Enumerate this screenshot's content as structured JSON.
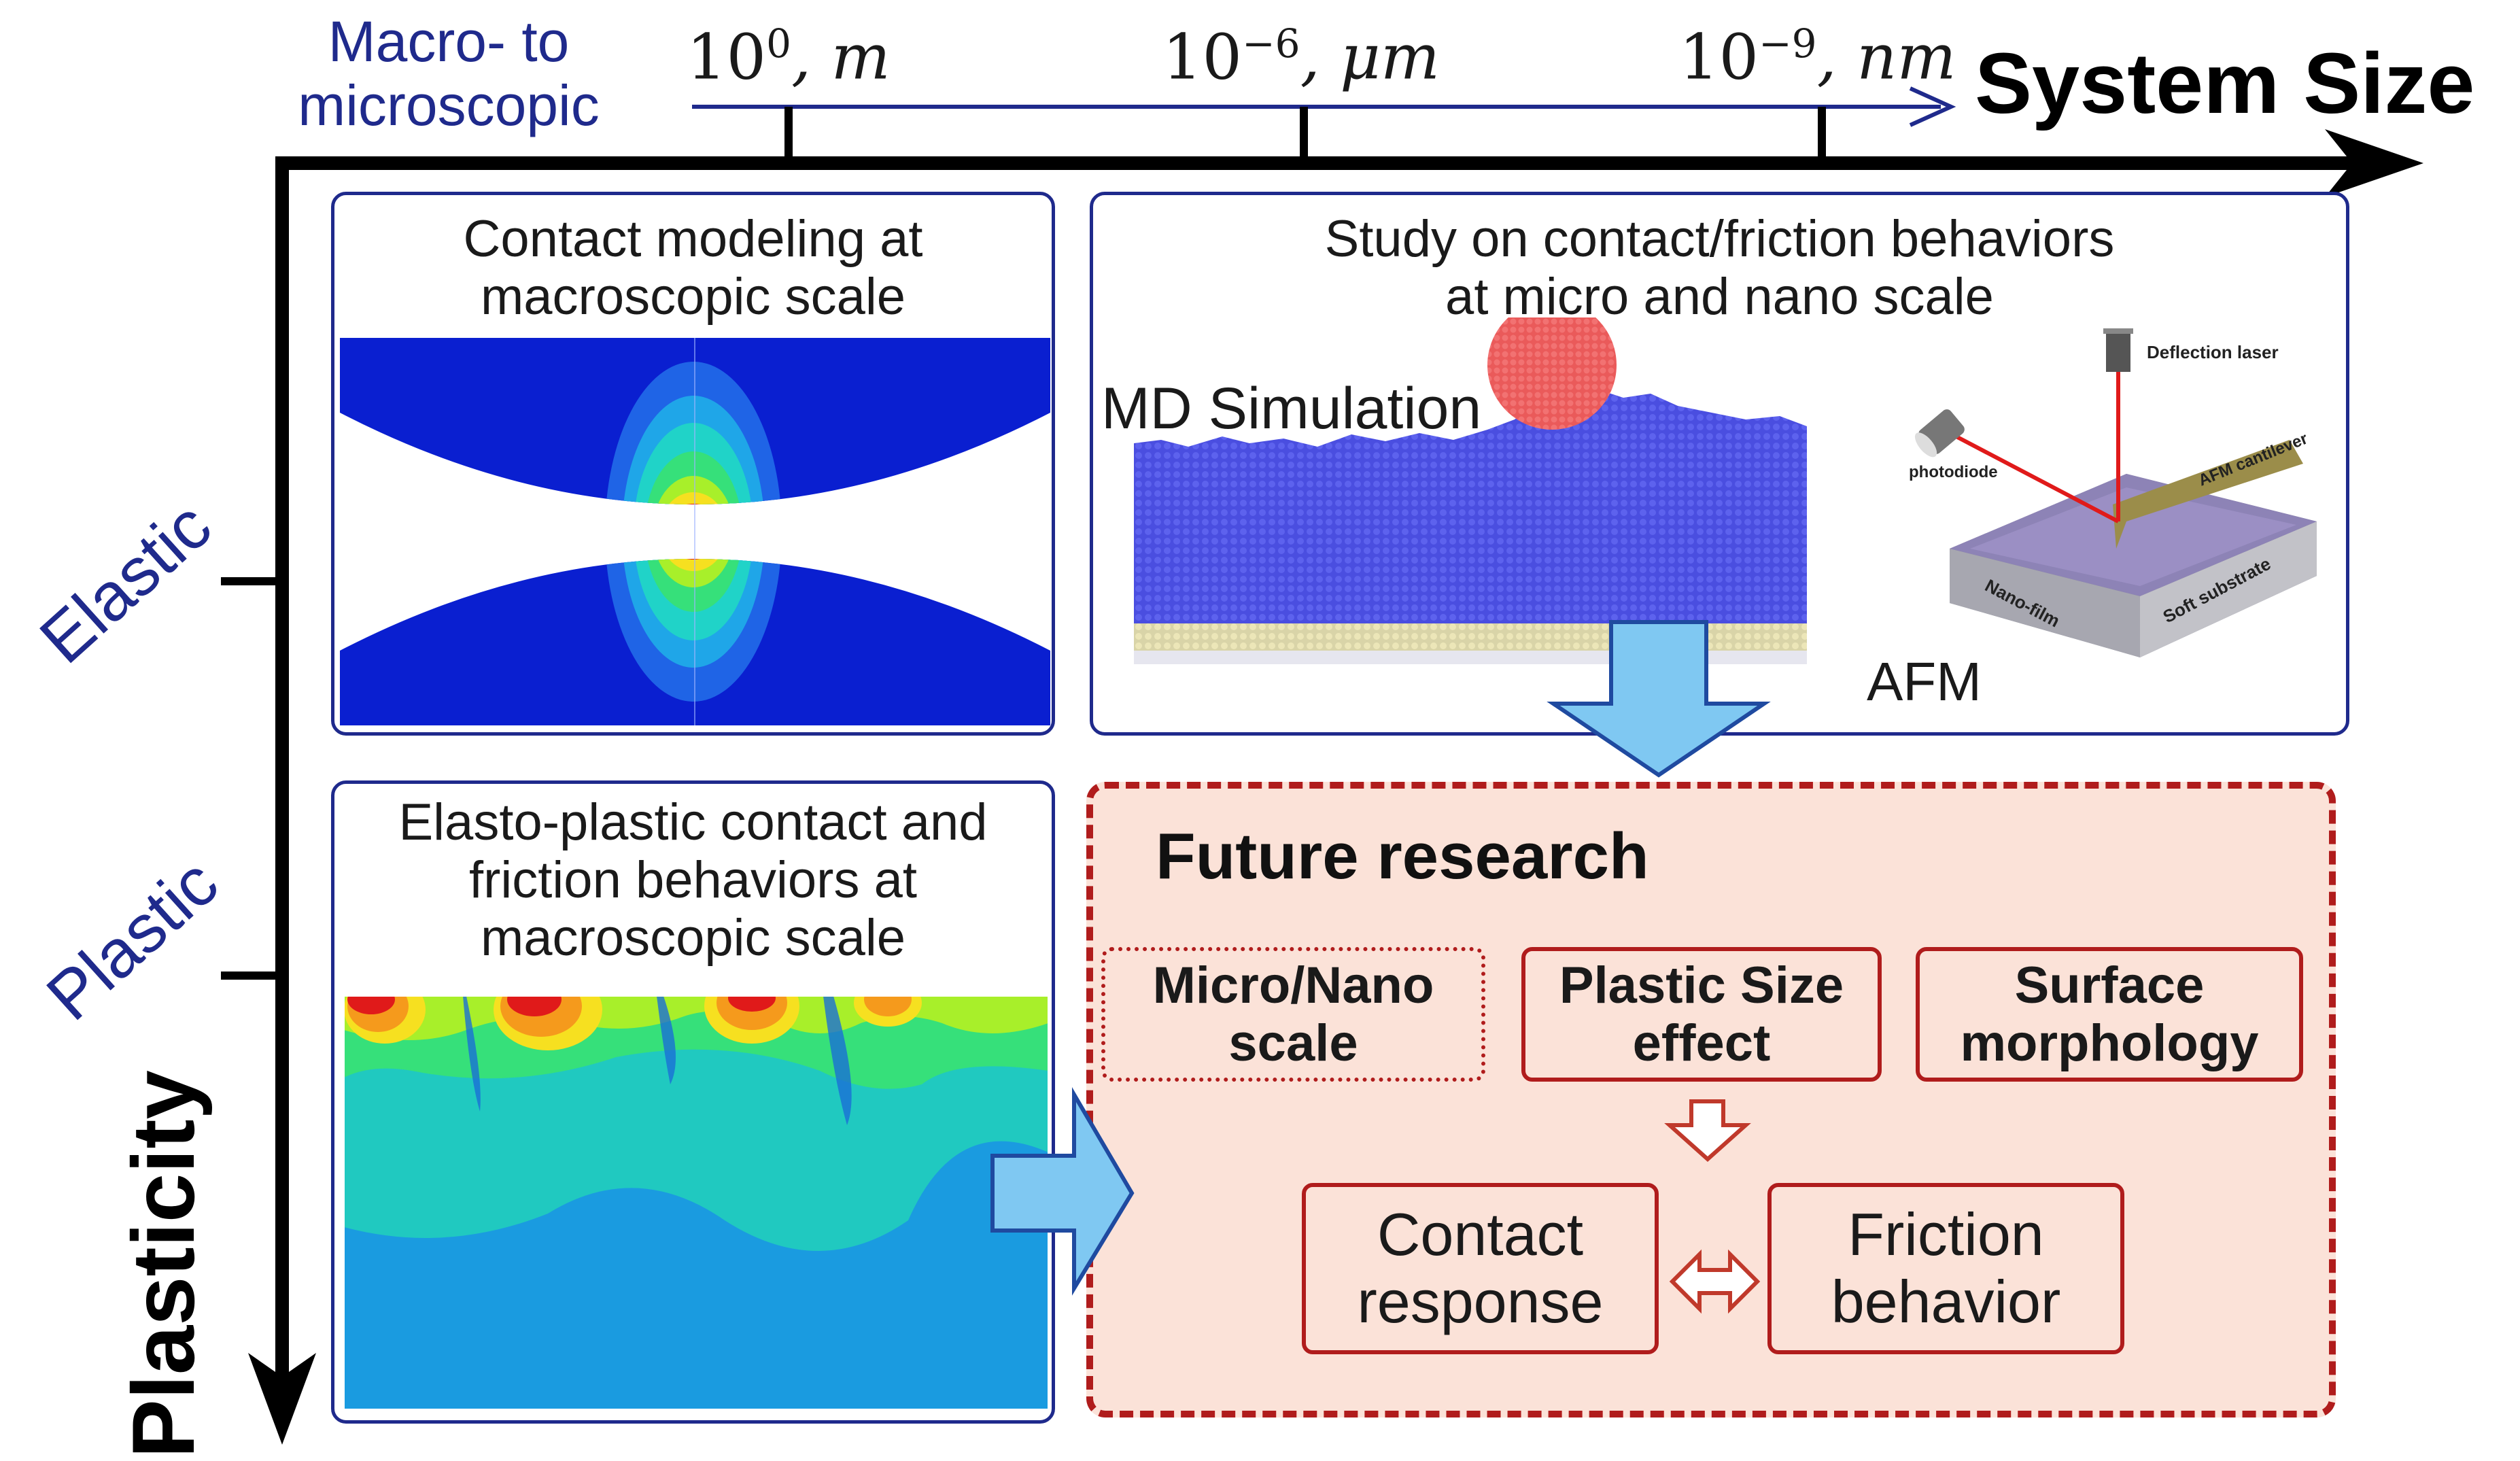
{
  "axis": {
    "top_left_label_line1": "Macro- to",
    "top_left_label_line2": "microscopic",
    "system_size_label": "System Size",
    "plasticity_label": "Plasticity",
    "scales": [
      {
        "base": "10",
        "exp": "0",
        "unit": ", m"
      },
      {
        "base": "10",
        "exp": "−6",
        "unit": ", μm"
      },
      {
        "base": "10",
        "exp": "−9",
        "unit": ", nm"
      }
    ],
    "elastic_label": "Elastic",
    "plastic_label": "Plastic"
  },
  "panels": {
    "macro_contact": {
      "title_line1": "Contact modeling at",
      "title_line2": "macroscopic scale"
    },
    "micro_nano": {
      "title_line1": "Study on contact/friction behaviors",
      "title_line2": "at micro and nano scale",
      "md_label": "MD Simulation",
      "afm_label": "AFM",
      "afm_parts": {
        "deflection_laser": "Deflection laser",
        "photodiode": "photodiode",
        "cantilever": "AFM cantilever",
        "nano_film": "Nano-film",
        "soft_substrate": "Soft substrate"
      }
    },
    "elasto_plastic": {
      "title_line1": "Elasto-plastic contact and",
      "title_line2": "friction behaviors at",
      "title_line3": "macroscopic scale"
    }
  },
  "future": {
    "title": "Future research",
    "box_micro_nano": {
      "line1": "Micro/Nano",
      "line2": "scale"
    },
    "box_plastic_size": {
      "line1": "Plastic Size",
      "line2": "effect"
    },
    "box_surface": {
      "line1": "Surface",
      "line2": "morphology"
    },
    "box_contact": {
      "line1": "Contact",
      "line2": "response"
    },
    "box_friction": {
      "line1": "Friction",
      "line2": "behavior"
    }
  },
  "colors": {
    "navy": "#1f2a8c",
    "dark_red": "#b01c1c",
    "future_bg": "#fbe2d8",
    "arrow_blue": "#7fc8f2",
    "fea_blue": "#0a1fd0"
  }
}
